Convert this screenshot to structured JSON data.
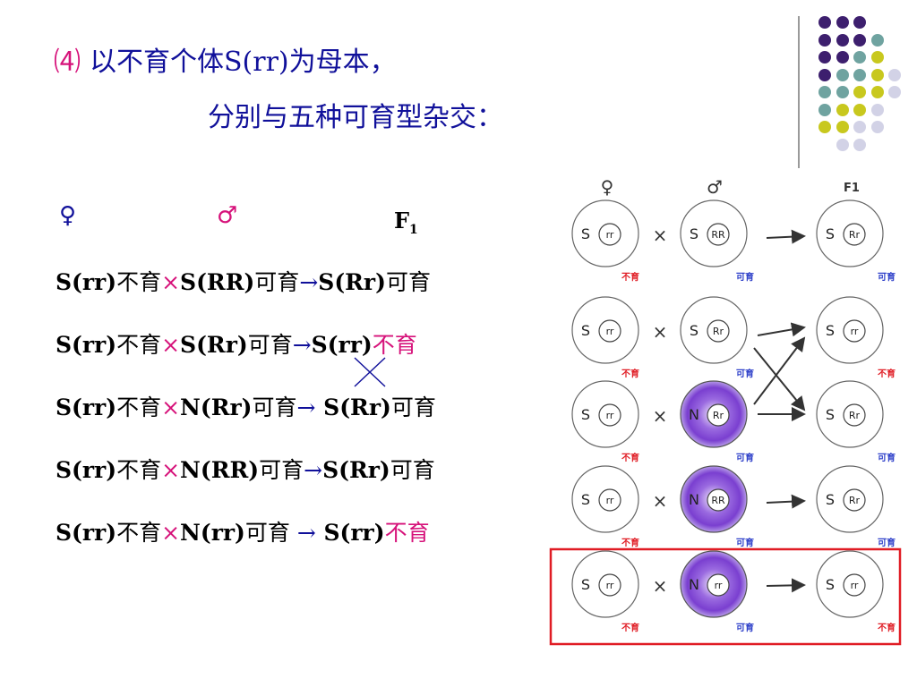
{
  "title": {
    "number": "⑷",
    "line1": "以不育个体S(rr)为母本，",
    "line2": "分别与五种可育型杂交："
  },
  "headers": {
    "female": "♀",
    "male": "♂",
    "f1": "F",
    "f1_sub": "1"
  },
  "rows": [
    {
      "mother": "S(rr)",
      "mother_label": "不育",
      "cross": "×",
      "father": "S(RR)",
      "father_label": "可育",
      "arrow": "→",
      "child": "S(Rr)",
      "child_label": "可育",
      "child_sterile": false
    },
    {
      "mother": "S(rr)",
      "mother_label": "不育",
      "cross": "×",
      "father": "S(Rr)",
      "father_label": "可育",
      "arrow": "→",
      "child": "S(rr)",
      "child_label": "不育",
      "child_sterile": true
    },
    {
      "mother": "S(rr)",
      "mother_label": "不育",
      "cross": "×",
      "father": "N(Rr)",
      "father_label": "可育",
      "arrow": "→",
      "child": " S(Rr)",
      "child_label": "可育",
      "child_sterile": false
    },
    {
      "mother": "S(rr)",
      "mother_label": "不育",
      "cross": "×",
      "father": "N(RR)",
      "father_label": "可育",
      "arrow": "→",
      "child": "S(Rr)",
      "child_label": "可育",
      "child_sterile": false
    },
    {
      "mother": "S(rr)",
      "mother_label": "不育",
      "cross": "×",
      "father": "N(rr)",
      "father_label": "可育 ",
      "arrow": "→",
      "child": " S(rr)",
      "child_label": "不育",
      "child_sterile": true
    }
  ],
  "figure": {
    "header_female": "♀",
    "header_male": "♂",
    "header_f1": "F1",
    "cross_sign": "×",
    "rows": [
      {
        "mother_cyto": "S",
        "mother_gene": "rr",
        "mother_label": "不育",
        "father_cyto": "S",
        "father_gene": "RR",
        "father_label": "可育",
        "father_n_type": false,
        "child_cyto": "S",
        "child_gene": "Rr",
        "child_label": "可育"
      },
      {
        "mother_cyto": "S",
        "mother_gene": "rr",
        "mother_label": "不育",
        "father_cyto": "S",
        "father_gene": "Rr",
        "father_label": "可育",
        "father_n_type": false,
        "child_cyto": "S",
        "child_gene": "rr",
        "child_label": "不育"
      },
      {
        "mother_cyto": "S",
        "mother_gene": "rr",
        "mother_label": "不育",
        "father_cyto": "N",
        "father_gene": "Rr",
        "father_label": "可育",
        "father_n_type": true,
        "child_cyto": "S",
        "child_gene": "Rr",
        "child_label": "可育"
      },
      {
        "mother_cyto": "S",
        "mother_gene": "rr",
        "mother_label": "不育",
        "father_cyto": "N",
        "father_gene": "RR",
        "father_label": "可育",
        "father_n_type": true,
        "child_cyto": "S",
        "child_gene": "Rr",
        "child_label": "可育"
      },
      {
        "mother_cyto": "S",
        "mother_gene": "rr",
        "mother_label": "不育",
        "father_cyto": "N",
        "father_gene": "rr",
        "father_label": "可育",
        "father_n_type": true,
        "child_cyto": "S",
        "child_gene": "rr",
        "child_label": "不育"
      }
    ]
  },
  "colors": {
    "title": "#10109a",
    "accent_pink": "#d6127a",
    "dot_purple": "#3d1f6e",
    "dot_teal": "#6fa3a0",
    "dot_yellow": "#c8c81e",
    "dot_light": "#d2d2e6",
    "highlight_box": "#e01c24"
  }
}
